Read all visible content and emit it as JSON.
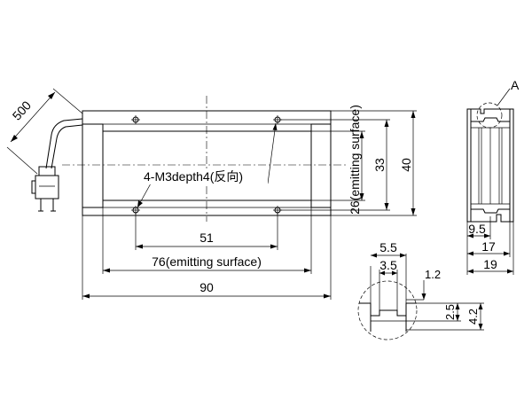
{
  "dimensions": {
    "cable_length": "500",
    "height_40": "40",
    "height_33": "33",
    "emit_height": "26(emitting surface)",
    "width_51": "51",
    "emit_width": "76(emitting surface)",
    "total_width": "90",
    "hole_spec": "4-M3depth4(反向)",
    "side_9_5": "9.5",
    "side_17": "17",
    "side_19": "19",
    "detail_label": "A",
    "det_5_5": "5.5",
    "det_3_5": "3.5",
    "det_1_2": "1.2",
    "det_2_5": "2.5",
    "det_4_2": "4.2"
  }
}
